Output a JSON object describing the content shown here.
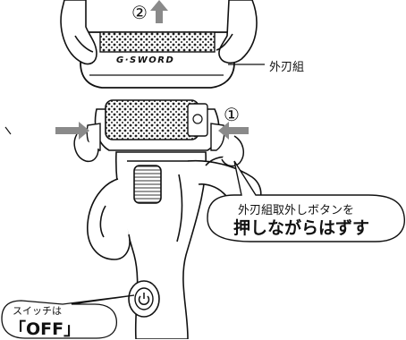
{
  "labels": {
    "step_two": "②",
    "step_one": "①",
    "outer_blade_set": "外刃組",
    "brand": "G·SWORD",
    "release_button_note": "外刃組取外しボタンを",
    "release_button_action": "押しながらはずす",
    "switch_note": "スイッチは",
    "switch_state": "「OFF」"
  },
  "icons": {
    "up_arrow": "up-arrow-icon",
    "left_arrow": "left-arrow-icon",
    "right_arrow": "right-arrow-icon",
    "power_symbol": "power-icon"
  },
  "colors": {
    "line": "#111111",
    "arrow": "#8a8a8a",
    "background": "#ffffff"
  }
}
